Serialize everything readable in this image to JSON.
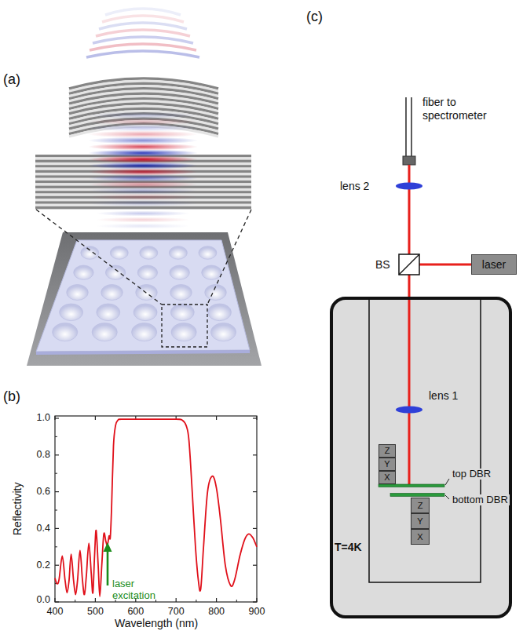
{
  "diagram": {
    "nodes": [
      {
        "text": [
          "laser"
        ]
      },
      {
        "text": [
          "T=4K"
        ]
      },
      {
        "text": [
          "Z"
        ],
        "in": 1
      },
      {
        "text": [
          "Y"
        ],
        "in": 1
      },
      {
        "text": [
          "X"
        ],
        "in": 1
      },
      {
        "text": [
          "Z"
        ],
        "in": 1
      },
      {
        "text": [
          "Y"
        ],
        "in": 1
      },
      {
        "text": [
          "X"
        ],
        "in": 1
      }
    ],
    "labels": [
      "(a)",
      "(b)",
      "(c)",
      "1.0",
      "0.8",
      "0.6",
      "0.4",
      "0.2",
      "0.0",
      "400",
      "500",
      "600",
      "700",
      "800",
      "900",
      "Reflectivity",
      "Wavelength (nm)",
      "laser excitation",
      "fiber to spectrometer",
      "lens 2",
      "BS",
      "lens 1",
      "top DBR",
      "bottom DBR"
    ]
  }
}
